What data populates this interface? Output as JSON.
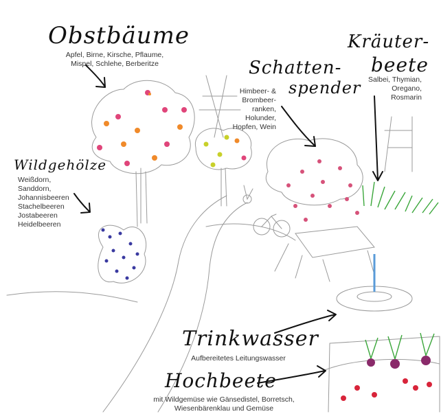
{
  "labels": {
    "obstbaeume": {
      "title": "Obstbäume",
      "text": "Apfel, Birne, Kirsche, Pflaume,\nMispel,     Schlehe, Berberitze"
    },
    "wildgehoelze": {
      "title": "Wildgehölze",
      "text": "Weißdorn,\nSanddorn,\nJohannisbeeren\nStachelbeeren\nJostabeeren\nHeidelbeeren"
    },
    "schattenspender": {
      "title_line1": "Schatten-",
      "title_line2": "spender",
      "text": "Himbeer- &\nBrombeer-\nranken,\nHolunder,\nHopfen, Wein"
    },
    "kraeuterbeete": {
      "title_line1": "Kräuter-",
      "title_line2": "beete",
      "text": "Salbei, Thymian,\nOregano,\nRosmarin"
    },
    "trinkwasser": {
      "title": "Trinkwasser",
      "text": "Aufbereitetes Leitungswasser"
    },
    "hochbeete": {
      "title": "Hochbeete",
      "text": "mit Wildgemüse wie Gänsedistel, Borretsch,\nWiesenbärenklau und Gemüse"
    }
  },
  "colors": {
    "ink": "#111111",
    "pencil": "#9a9a9a",
    "apple_orange": "#f08a2a",
    "apple_pink": "#e0457a",
    "berry_blue": "#3a3aa0",
    "blossom_pink": "#d6527a",
    "herb_green": "#3aa63a",
    "water_blue": "#5a9bd8",
    "tomato_red": "#d8243a",
    "radish_purple": "#8a2a6a",
    "leaf_yellow": "#c8d02a"
  }
}
